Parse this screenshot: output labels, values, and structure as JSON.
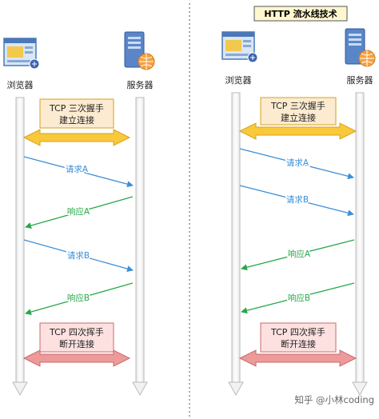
{
  "title": "HTTP 流水线技术",
  "colors": {
    "request": "#3d8fd6",
    "response": "#27a84a",
    "handshake_fill": "#f8c93a",
    "handshake_box": "#fcebd0",
    "teardown_fill": "#ec9a9a",
    "teardown_box": "#fde1e1",
    "lifeline": "#bbbbbb"
  },
  "left": {
    "browser_label": "浏览器",
    "server_label": "服务器",
    "handshake": [
      "TCP 三次握手",
      "建立连接"
    ],
    "teardown": [
      "TCP 四次挥手",
      "断开连接"
    ],
    "messages": [
      "请求A",
      "响应A",
      "请求B",
      "响应B"
    ]
  },
  "right": {
    "browser_label": "浏览器",
    "server_label": "服务器",
    "handshake": [
      "TCP 三次握手",
      "建立连接"
    ],
    "teardown": [
      "TCP 四次挥手",
      "断开连接"
    ],
    "messages": [
      "请求A",
      "请求B",
      "响应A",
      "响应B"
    ]
  },
  "watermark": "知乎 @小林coding",
  "icons": [
    "browser-window-icon",
    "server-globe-icon"
  ]
}
